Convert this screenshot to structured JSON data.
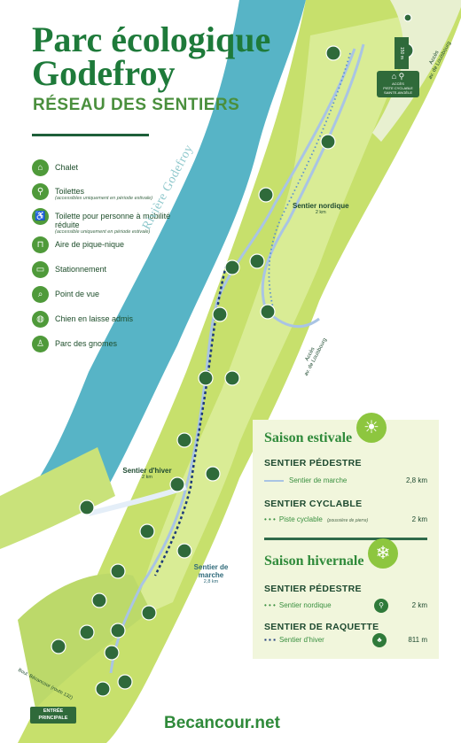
{
  "header": {
    "title_line1": "Parc écologique",
    "title_line2": "Godefroy",
    "subtitle": "RÉSEAU DES SENTIERS"
  },
  "legend": [
    {
      "icon": "chalet-icon",
      "glyph": "⌂",
      "label": "Chalet",
      "note": ""
    },
    {
      "icon": "toilets-icon",
      "glyph": "⚲",
      "label": "Toilettes",
      "note": "(accessibles uniquement en période estivale)"
    },
    {
      "icon": "accessible-toilet-icon",
      "glyph": "♿",
      "label": "Toilette pour personne à mobilité réduite",
      "note": "(accessible uniquement en période estivale)"
    },
    {
      "icon": "picnic-area-icon",
      "glyph": "⊓",
      "label": "Aire de pique-nique",
      "note": ""
    },
    {
      "icon": "parking-icon",
      "glyph": "▭",
      "label": "Stationnement",
      "note": ""
    },
    {
      "icon": "viewpoint-icon",
      "glyph": "⌕",
      "label": "Point de vue",
      "note": ""
    },
    {
      "icon": "dog-leash-icon",
      "glyph": "◍",
      "label": "Chien en laisse admis",
      "note": ""
    },
    {
      "icon": "gnome-park-icon",
      "glyph": "♙",
      "label": "Parc des gnomes",
      "note": ""
    }
  ],
  "map": {
    "river_label": "Rivière Godefroy",
    "trails": [
      {
        "name": "Sentier nordique",
        "distance": "2 km"
      },
      {
        "name": "Sentier d'hiver",
        "distance": "2 km"
      },
      {
        "name": "Sentier de marche",
        "distance": "2,8 km"
      }
    ],
    "access_top": {
      "line1": "Accès",
      "line2": "av. de Louisbourg"
    },
    "access_mid": {
      "line1": "Accès",
      "line2": "av. de Louisbourg"
    },
    "scale_label": "150 m",
    "station_label": {
      "line1": "ACCÈS",
      "line2": "PISTE CYCLABLE",
      "line3": "SAINTE-ANGÈLE"
    },
    "road_label": "Boul. Bécancour (route 132)",
    "entrance_line1": "ENTRÉE",
    "entrance_line2": "PRINCIPALE"
  },
  "summer": {
    "title": "Saison estivale",
    "pedestrian_title": "SENTIER PÉDESTRE",
    "walking_trail": "Sentier de marche",
    "walking_distance": "2,8 km",
    "cycling_title": "SENTIER CYCLABLE",
    "bike_path": "Piste cyclable",
    "bike_note": "(poussière de pierre)",
    "bike_distance": "2 km"
  },
  "winter": {
    "title": "Saison hivernale",
    "pedestrian_title": "SENTIER PÉDESTRE",
    "nordic_trail": "Sentier nordique",
    "nordic_distance": "2 km",
    "snowshoe_title": "SENTIER DE RAQUETTE",
    "winter_trail": "Sentier d'hiver",
    "winter_distance": "811 m"
  },
  "footer": {
    "brand": "Becancour.net"
  },
  "colors": {
    "dark_green": "#1e7a3a",
    "light_green": "#d7ea8e",
    "river_blue": "#57b4c6",
    "panel_bg": "#f1f6dc",
    "trail_blue": "#a9c4e4",
    "winter_navy": "#1c3a7a"
  }
}
